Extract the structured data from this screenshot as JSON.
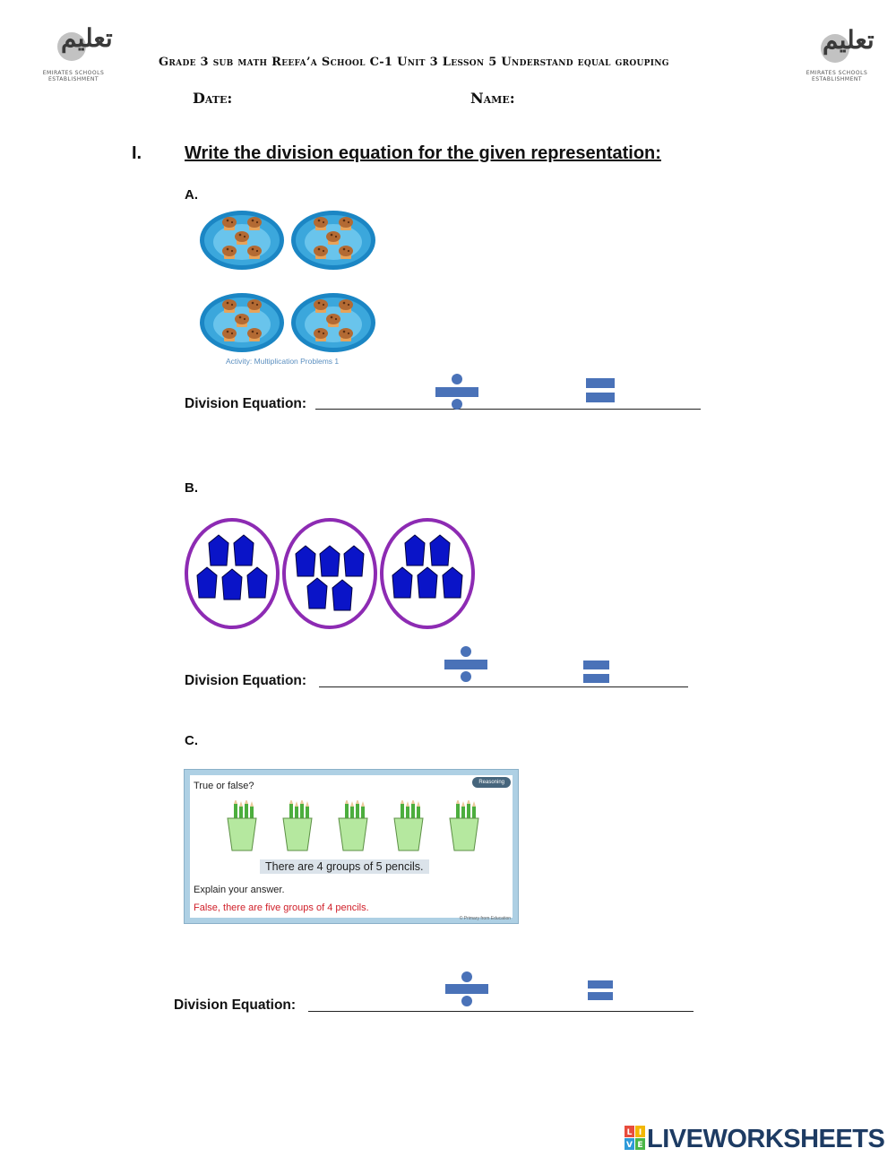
{
  "header": {
    "title": "Grade 3   sub math   Reefa’a School C-1 Unit 3 Lesson 5 Understand equal grouping",
    "date_label": "Date:",
    "name_label": "Name:",
    "logo_left": {
      "arabic": "تعليم",
      "sub": "EMIRATES SCHOOLS ESTABLISHMENT"
    },
    "logo_right": {
      "arabic": "تعليم",
      "sub": "EMIRATES SCHOOLS ESTABLISHMENT"
    }
  },
  "section": {
    "number": "I.",
    "title": "Write the division equation for the given representation:"
  },
  "questions": {
    "a": {
      "label": "A.",
      "image_caption": "Activity: Multiplication Problems 1",
      "plates": 4,
      "muffins_per_plate": 5,
      "equation_label": "Division Equation:"
    },
    "b": {
      "label": "B.",
      "groups": 3,
      "items_per_group": 5,
      "equation_label": "Division Equation:"
    },
    "c": {
      "label": "C.",
      "panel_prompt": "True or false?",
      "panel_badge": "Reasoning",
      "cups": 5,
      "pencils_per_cup": 4,
      "panel_statement": "There are 4 groups of 5 pencils.",
      "panel_explain": "Explain your answer.",
      "panel_answer": "False, there are five groups of 4 pencils.",
      "panel_credit": "© Primary from Education",
      "equation_label": "Division Equation:"
    }
  },
  "footer": {
    "brand": "LIVEWORKSHEETS",
    "tiles": [
      "L",
      "I",
      "V",
      "E"
    ]
  },
  "colors": {
    "operator_blue": "#4a72b8",
    "plate_blue": "#3ba7dc",
    "group_purple": "#8d2bb3",
    "shape_blue": "#0a14c8",
    "muffin_brown": "#b36a33",
    "cup_green": "#b5e89f",
    "brand_navy": "#1d3b63",
    "answer_red": "#d0202a"
  }
}
